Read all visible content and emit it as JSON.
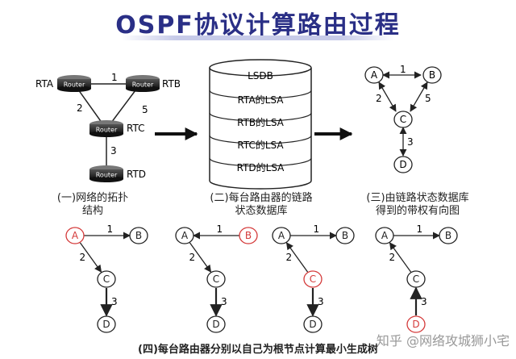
{
  "title": "OSPF协议计算路由过程",
  "topology": {
    "router_label": "Router",
    "nodes": [
      "RTA",
      "RTB",
      "RTC",
      "RTD"
    ],
    "link_costs": {
      "ab": "1",
      "ac": "2",
      "bc": "5",
      "cd": "3"
    }
  },
  "lsdb": {
    "header": "LSDB",
    "rows": [
      "RTA的LSA",
      "RTB的LSA",
      "RTC的LSA",
      "RTD的LSA"
    ]
  },
  "graph": {
    "nodes": [
      "A",
      "B",
      "C",
      "D"
    ],
    "costs": {
      "ab": "1",
      "ac": "2",
      "bc": "5",
      "cd": "3"
    }
  },
  "captions": {
    "one_line1": "(一)网络的拓扑",
    "one_line2": "结构",
    "two_line1": "(二)每台路由器的链路",
    "two_line2": "状态数据库",
    "three_line1": "(三)由链路状态数据库",
    "three_line2": "得到的带权有向图",
    "four": "(四)每台路由器分别以自己为根节点计算最小生成树"
  },
  "trees": [
    {
      "root": "A",
      "nodes": [
        "A",
        "B",
        "C",
        "D"
      ],
      "costs": {
        "ab": "1",
        "ac": "2",
        "cd": "3"
      }
    },
    {
      "root": "B",
      "nodes": [
        "A",
        "B",
        "C",
        "D"
      ],
      "costs": {
        "ab": "1",
        "ac": "2",
        "cd": "3"
      }
    },
    {
      "root": "C",
      "nodes": [
        "A",
        "B",
        "C",
        "D"
      ],
      "costs": {
        "ab": "1",
        "ac": "2",
        "cd": "3"
      }
    },
    {
      "root": "D",
      "nodes": [
        "A",
        "B",
        "C",
        "D"
      ],
      "costs": {
        "ab": "1",
        "ac": "2",
        "cd": "3"
      }
    }
  ],
  "watermark": "知乎 @网络攻城狮小宅",
  "colors": {
    "title": "#2a2f86",
    "root_highlight": "#d43a3a",
    "router_body": "#2c2c2c"
  }
}
